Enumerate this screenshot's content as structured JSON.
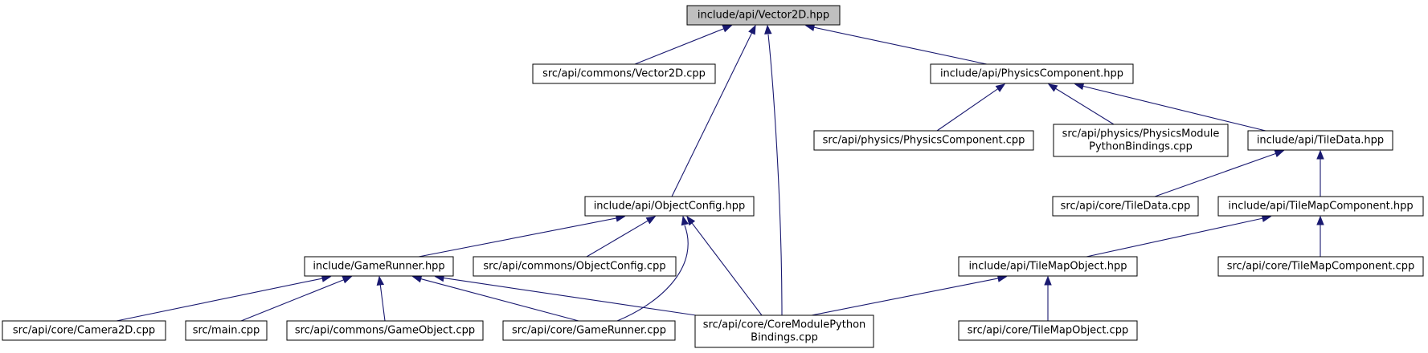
{
  "nodes": [
    {
      "id": "vector2d_hpp",
      "lines": [
        "include/api/Vector2D.hpp"
      ],
      "root": true
    },
    {
      "id": "vector2d_cpp",
      "lines": [
        "src/api/commons/Vector2D.cpp"
      ]
    },
    {
      "id": "physicscomponent_hpp",
      "lines": [
        "include/api/PhysicsComponent.hpp"
      ]
    },
    {
      "id": "physicscomponent_cpp",
      "lines": [
        "src/api/physics/PhysicsComponent.cpp"
      ]
    },
    {
      "id": "physicsmodule_cpp",
      "lines": [
        "src/api/physics/PhysicsModule",
        "PythonBindings.cpp"
      ]
    },
    {
      "id": "tiledata_hpp",
      "lines": [
        "include/api/TileData.hpp"
      ]
    },
    {
      "id": "tiledata_cpp",
      "lines": [
        "src/api/core/TileData.cpp"
      ]
    },
    {
      "id": "tilemapcomponent_hpp",
      "lines": [
        "include/api/TileMapComponent.hpp"
      ]
    },
    {
      "id": "tilemapcomponent_cpp",
      "lines": [
        "src/api/core/TileMapComponent.cpp"
      ]
    },
    {
      "id": "tilemapobject_hpp",
      "lines": [
        "include/api/TileMapObject.hpp"
      ]
    },
    {
      "id": "tilemapobject_cpp",
      "lines": [
        "src/api/core/TileMapObject.cpp"
      ]
    },
    {
      "id": "objectconfig_hpp",
      "lines": [
        "include/api/ObjectConfig.hpp"
      ]
    },
    {
      "id": "objectconfig_cpp",
      "lines": [
        "src/api/commons/ObjectConfig.cpp"
      ]
    },
    {
      "id": "gamerunner_hpp",
      "lines": [
        "include/GameRunner.hpp"
      ]
    },
    {
      "id": "camera2d_cpp",
      "lines": [
        "src/api/core/Camera2D.cpp"
      ]
    },
    {
      "id": "main_cpp",
      "lines": [
        "src/main.cpp"
      ]
    },
    {
      "id": "gameobject_cpp",
      "lines": [
        "src/api/commons/GameObject.cpp"
      ]
    },
    {
      "id": "gamerunner_cpp",
      "lines": [
        "src/api/core/GameRunner.cpp"
      ]
    },
    {
      "id": "coremodule_cpp",
      "lines": [
        "src/api/core/CoreModulePython",
        "Bindings.cpp"
      ]
    }
  ],
  "edges": [
    {
      "from": "vector2d_hpp",
      "to": "vector2d_cpp"
    },
    {
      "from": "vector2d_hpp",
      "to": "physicscomponent_hpp"
    },
    {
      "from": "vector2d_hpp",
      "to": "objectconfig_hpp"
    },
    {
      "from": "vector2d_hpp",
      "to": "coremodule_cpp"
    },
    {
      "from": "physicscomponent_hpp",
      "to": "physicscomponent_cpp"
    },
    {
      "from": "physicscomponent_hpp",
      "to": "physicsmodule_cpp"
    },
    {
      "from": "physicscomponent_hpp",
      "to": "tiledata_hpp"
    },
    {
      "from": "tiledata_hpp",
      "to": "tiledata_cpp"
    },
    {
      "from": "tiledata_hpp",
      "to": "tilemapcomponent_hpp"
    },
    {
      "from": "tilemapcomponent_hpp",
      "to": "tilemapobject_hpp"
    },
    {
      "from": "tilemapcomponent_hpp",
      "to": "tilemapcomponent_cpp"
    },
    {
      "from": "tilemapobject_hpp",
      "to": "coremodule_cpp"
    },
    {
      "from": "tilemapobject_hpp",
      "to": "tilemapobject_cpp"
    },
    {
      "from": "objectconfig_hpp",
      "to": "gamerunner_hpp"
    },
    {
      "from": "objectconfig_hpp",
      "to": "objectconfig_cpp"
    },
    {
      "from": "objectconfig_hpp",
      "to": "gamerunner_cpp"
    },
    {
      "from": "objectconfig_hpp",
      "to": "coremodule_cpp"
    },
    {
      "from": "gamerunner_hpp",
      "to": "camera2d_cpp"
    },
    {
      "from": "gamerunner_hpp",
      "to": "main_cpp"
    },
    {
      "from": "gamerunner_hpp",
      "to": "gameobject_cpp"
    },
    {
      "from": "gamerunner_hpp",
      "to": "gamerunner_cpp"
    },
    {
      "from": "gamerunner_hpp",
      "to": "coremodule_cpp"
    }
  ],
  "colors": {
    "edge": "#191970",
    "root_fill": "#bfbfbf",
    "node_fill": "#ffffff",
    "node_stroke": "#000000"
  }
}
